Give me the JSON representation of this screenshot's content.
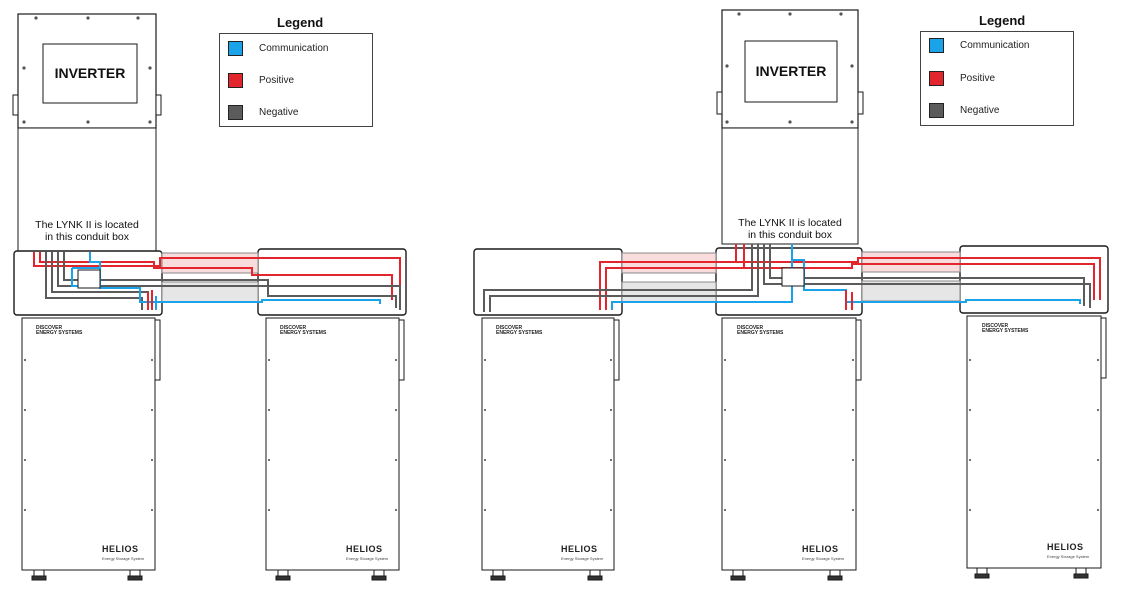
{
  "legend": {
    "title": "Legend",
    "items": [
      {
        "label": "Communication",
        "color": "#1aa3e8"
      },
      {
        "label": "Positive",
        "color": "#e3262d"
      },
      {
        "label": "Negative",
        "color": "#5b5b5b"
      }
    ]
  },
  "inverter_label": "INVERTER",
  "conduit_note": {
    "line1": "The LYNK II is located",
    "line2": "in this conduit box"
  },
  "battery": {
    "brand": "DISCOVER",
    "brand_sub": "ENERGY SYSTEMS",
    "model": "HELIOS",
    "model_sub": "Energy Storage System"
  },
  "colors": {
    "communication": "#1aa3e8",
    "positive": "#e3262d",
    "negative": "#5b5b5b",
    "outline": "#1a1a1a"
  }
}
